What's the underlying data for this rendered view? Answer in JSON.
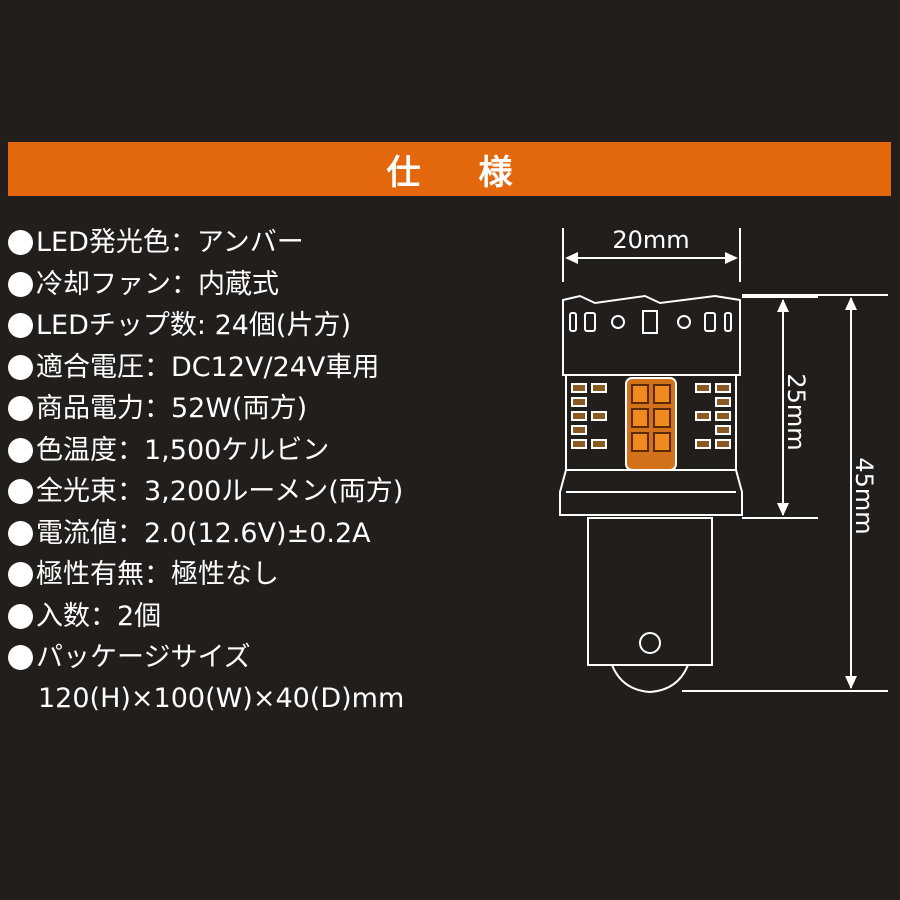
{
  "header": {
    "title": "仕様"
  },
  "specs": [
    "LED発光色：アンバー",
    "冷却ファン：内蔵式",
    "LEDチップ数: 24個(片方)",
    "適合電圧：DC12V/24V車用",
    "商品電力：52W(両方)",
    "色温度：1,500ケルビン",
    "全光束：3,200ルーメン(両方)",
    "電流値：2.0(12.6V)±0.2A",
    "極性有無：極性なし",
    "入数：2個",
    "パッケージサイズ"
  ],
  "package_size": "120(H)×100(W)×40(D)mm",
  "dimensions": {
    "width": "20mm",
    "head_height": "25mm",
    "total_height": "45mm"
  },
  "colors": {
    "background": "#221e1c",
    "banner": "#e3670d",
    "led_amber": "#f08a1e"
  },
  "icons": [
    "bullet-dot",
    "led-bulb-diagram"
  ]
}
